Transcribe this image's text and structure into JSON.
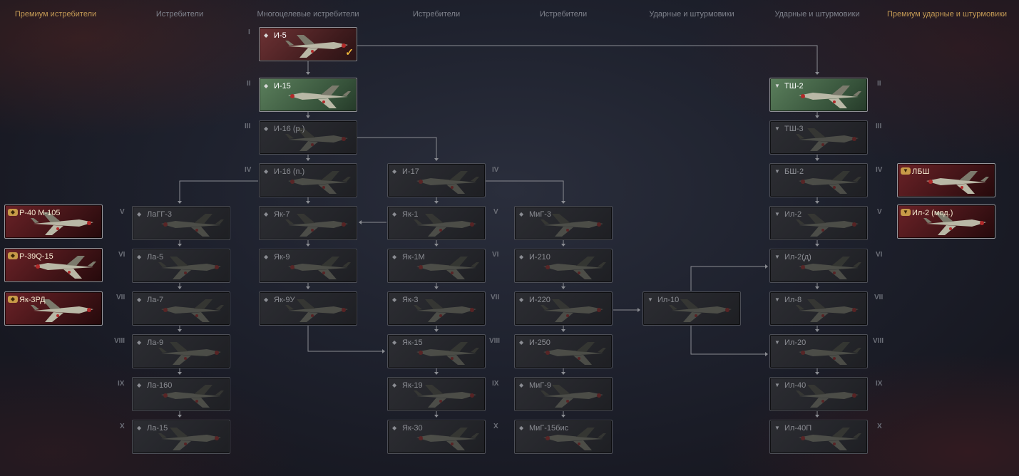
{
  "columns": [
    {
      "id": "c0",
      "label": "Премиум истребители",
      "premium": true
    },
    {
      "id": "c1",
      "label": "Истребители",
      "premium": false
    },
    {
      "id": "c2",
      "label": "Многоцелевые истребители",
      "premium": false
    },
    {
      "id": "c3",
      "label": "Истребители",
      "premium": false
    },
    {
      "id": "c4",
      "label": "Истребители",
      "premium": false
    },
    {
      "id": "c5",
      "label": "Ударные и штурмовики",
      "premium": false
    },
    {
      "id": "c6",
      "label": "Ударные и штурмовики",
      "premium": false
    },
    {
      "id": "c7",
      "label": "Премиум ударные и штурмовики",
      "premium": true
    }
  ],
  "tiers": [
    "I",
    "II",
    "III",
    "IV",
    "V",
    "VI",
    "VII",
    "VIII",
    "IX",
    "X"
  ],
  "aircraft": {
    "i5": {
      "name": "И-5",
      "tier": "I",
      "state": "researched",
      "type": "fighter",
      "selected": true
    },
    "i15": {
      "name": "И-15",
      "tier": "II",
      "state": "elite",
      "type": "fighter"
    },
    "i16r": {
      "name": "И-16 (р.)",
      "tier": "III",
      "state": "locked",
      "type": "fighter"
    },
    "i16p": {
      "name": "И-16 (п.)",
      "tier": "IV",
      "state": "locked",
      "type": "fighter"
    },
    "yak7": {
      "name": "Як-7",
      "tier": "V",
      "state": "locked",
      "type": "fighter"
    },
    "yak9": {
      "name": "Як-9",
      "tier": "VI",
      "state": "locked",
      "type": "fighter"
    },
    "yak9u": {
      "name": "Як-9У",
      "tier": "VII",
      "state": "locked",
      "type": "fighter"
    },
    "lagg3": {
      "name": "ЛаГГ-3",
      "tier": "V",
      "state": "locked",
      "type": "fighter"
    },
    "la5": {
      "name": "Ла-5",
      "tier": "VI",
      "state": "locked",
      "type": "fighter"
    },
    "la7": {
      "name": "Ла-7",
      "tier": "VII",
      "state": "locked",
      "type": "fighter"
    },
    "la9": {
      "name": "Ла-9",
      "tier": "VIII",
      "state": "locked",
      "type": "fighter"
    },
    "la160": {
      "name": "Ла-160",
      "tier": "IX",
      "state": "locked",
      "type": "fighter"
    },
    "la15": {
      "name": "Ла-15",
      "tier": "X",
      "state": "locked",
      "type": "fighter"
    },
    "i17": {
      "name": "И-17",
      "tier": "IV",
      "state": "locked",
      "type": "fighter"
    },
    "yak1": {
      "name": "Як-1",
      "tier": "V",
      "state": "locked",
      "type": "fighter"
    },
    "yak1m": {
      "name": "Як-1М",
      "tier": "VI",
      "state": "locked",
      "type": "fighter"
    },
    "yak3": {
      "name": "Як-3",
      "tier": "VII",
      "state": "locked",
      "type": "fighter"
    },
    "yak15": {
      "name": "Як-15",
      "tier": "VIII",
      "state": "locked",
      "type": "fighter"
    },
    "yak19": {
      "name": "Як-19",
      "tier": "IX",
      "state": "locked",
      "type": "fighter"
    },
    "yak30": {
      "name": "Як-30",
      "tier": "X",
      "state": "locked",
      "type": "fighter"
    },
    "mig3": {
      "name": "МиГ-3",
      "tier": "V",
      "state": "locked",
      "type": "fighter"
    },
    "i210": {
      "name": "И-210",
      "tier": "VI",
      "state": "locked",
      "type": "fighter"
    },
    "i220": {
      "name": "И-220",
      "tier": "VII",
      "state": "locked",
      "type": "fighter"
    },
    "i250": {
      "name": "И-250",
      "tier": "VIII",
      "state": "locked",
      "type": "fighter"
    },
    "mig9": {
      "name": "МиГ-9",
      "tier": "IX",
      "state": "locked",
      "type": "fighter"
    },
    "mig15bis": {
      "name": "МиГ-15бис",
      "tier": "X",
      "state": "locked",
      "type": "fighter"
    },
    "il10": {
      "name": "Ил-10",
      "tier": "VII",
      "state": "locked",
      "type": "attack"
    },
    "tsh2": {
      "name": "ТШ-2",
      "tier": "II",
      "state": "elite",
      "type": "attack"
    },
    "tsh3": {
      "name": "ТШ-3",
      "tier": "III",
      "state": "locked",
      "type": "attack"
    },
    "bsh2": {
      "name": "БШ-2",
      "tier": "IV",
      "state": "locked",
      "type": "attack"
    },
    "il2": {
      "name": "Ил-2",
      "tier": "V",
      "state": "locked",
      "type": "attack"
    },
    "il2d": {
      "name": "Ил-2(д)",
      "tier": "VI",
      "state": "locked",
      "type": "attack"
    },
    "il8": {
      "name": "Ил-8",
      "tier": "VII",
      "state": "locked",
      "type": "attack"
    },
    "il20": {
      "name": "Ил-20",
      "tier": "VIII",
      "state": "locked",
      "type": "attack"
    },
    "il40": {
      "name": "Ил-40",
      "tier": "IX",
      "state": "locked",
      "type": "attack"
    },
    "il40p": {
      "name": "Ил-40П",
      "tier": "X",
      "state": "locked",
      "type": "attack"
    },
    "p40": {
      "name": "Р-40 М-105",
      "tier": "V",
      "state": "premium",
      "type": "fighter"
    },
    "p39q": {
      "name": "Р-39Q-15",
      "tier": "VI",
      "state": "premium",
      "type": "fighter"
    },
    "yak3rd": {
      "name": "Як-3РД",
      "tier": "VII",
      "state": "premium",
      "type": "fighter"
    },
    "lbsh": {
      "name": "ЛБШ",
      "tier": "IV",
      "state": "premium",
      "type": "attack"
    },
    "il2mod": {
      "name": "Ил-2 (мод.)",
      "tier": "V",
      "state": "premium",
      "type": "attack"
    }
  },
  "colors": {
    "accent_gold": "#c49a55",
    "researched_red": "#6d3234",
    "elite_green": "#5b7f5c",
    "connector": "#8a8c92",
    "check": "#f0b93a"
  }
}
